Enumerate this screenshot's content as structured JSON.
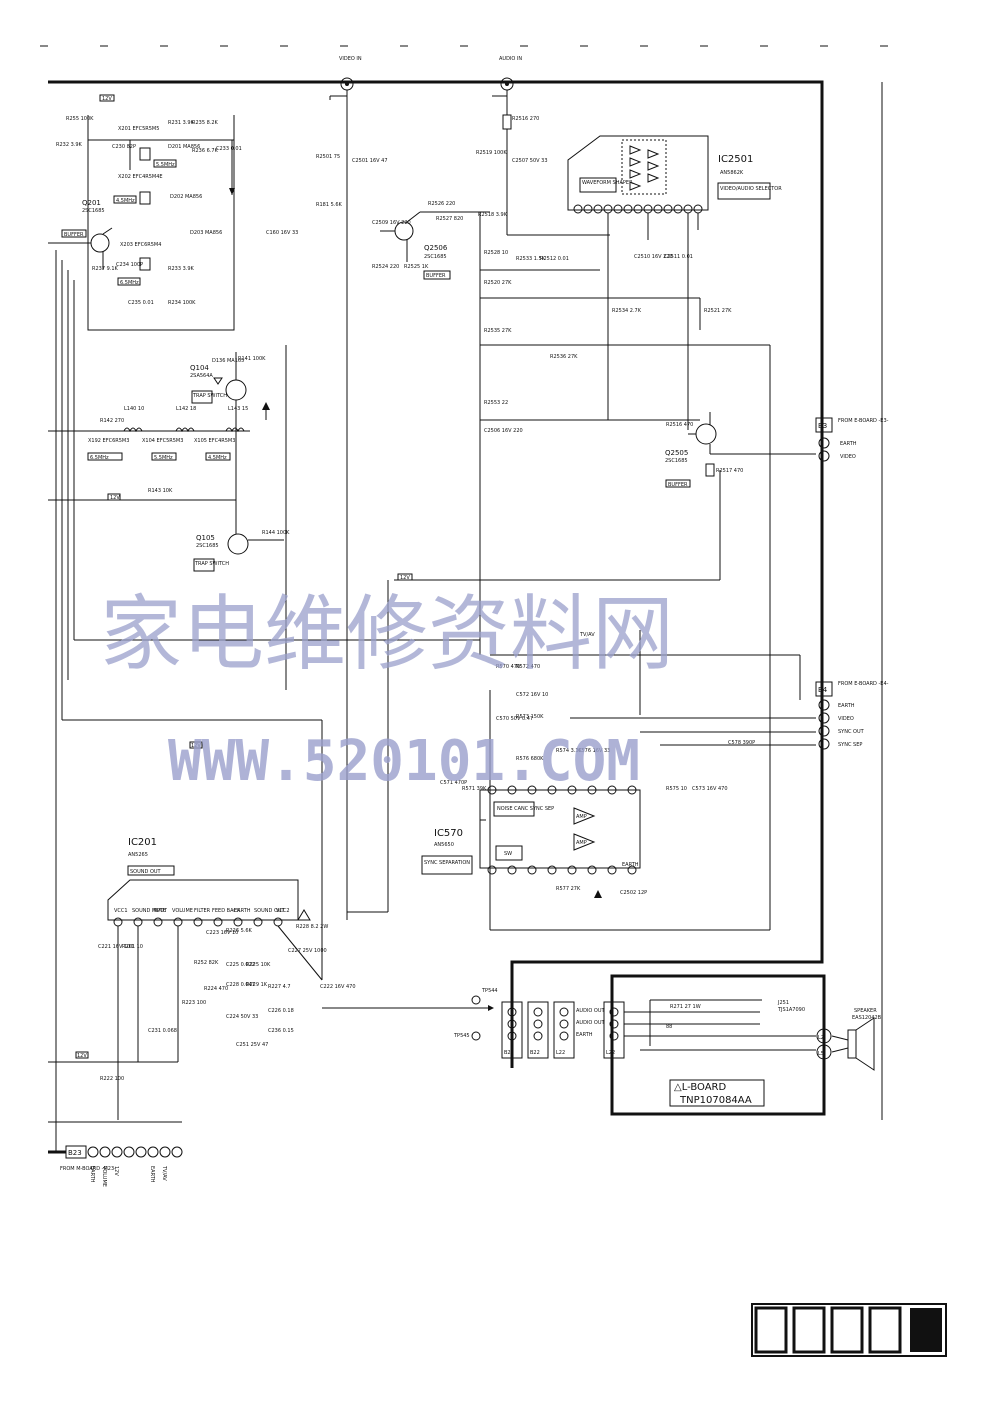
{
  "labels": {
    "video_in": "VIDEO IN",
    "audio_in": "AUDIO IN",
    "ic2501": "IC2501",
    "ic2501_part": "AN5862K",
    "ic2501_desc": "VIDEO/AUDIO SELECTOR",
    "waveform_shaper": "WAVEFORM SHAPER",
    "q2506": "Q2506",
    "q2506_part": "2SC1685",
    "q2505": "Q2505",
    "q2505_part": "2SC1685",
    "q201": "Q201",
    "q201_part": "2SC1685",
    "q104": "Q104",
    "q104_part": "2SA564A",
    "q105": "Q105",
    "q105_part": "2SC1685",
    "buffer": "BUFFER",
    "trap_switch": "TRAP SWITCH",
    "ic570": "IC570",
    "ic570_part": "AN5650",
    "sync_separation": "SYNC SEPARATION",
    "noise_canc": "NOISE CANC SYNC SEP",
    "amp": "AMP",
    "sw": "SW",
    "earth": "EARTH",
    "ic201": "IC201",
    "ic201_part": "AN5265",
    "sound_out": "SOUND OUT",
    "b3": "B3",
    "b3_from": "FROM E-BOARD -E3-",
    "b4": "B4",
    "b4_from": "FROM E-BOARD -E4-",
    "b23": "B23",
    "b23_from": "FROM M-BOARD -M23-",
    "b22": "B22",
    "l22": "L22",
    "l2": "L2",
    "l5": "L5",
    "audio_out": "AUDIO OUT",
    "video": "VIDEO",
    "sync_out": "SYNC OUT",
    "sync_sep": "SYNC SEP",
    "tvav": "TV/AV",
    "speaker": "SPEAKER",
    "speaker_part": "EAS12042B",
    "j251": "J251",
    "j251_part": "TJS1A7090",
    "lboard": "△L-BOARD",
    "lboard_part": "TNP107084AA",
    "v12": "12V",
    "tp544": "TP544",
    "tp545": "TP545",
    "mhz45": "4.5MHz",
    "mhz55": "5.5MHz",
    "mhz65": "6.5MHz",
    "volume": "VOLUME",
    "mute": "MUTE",
    "filter": "FILTER",
    "feed_back": "FEED BACK",
    "sound_input": "SOUND INPUT",
    "vcc1": "VCC1",
    "vcc2": "VCC2"
  },
  "components": {
    "r2501": "R2501 75",
    "c2501": "C2501 16V 47",
    "r2516": "R2516 270",
    "r2519": "R2519 100K",
    "c2507": "C2507 50V 33",
    "r2526": "R2526 220",
    "r2527": "R2527 820",
    "r2518": "R2518 3.9K",
    "c2509": "C2509 16V 220",
    "r2524": "R2524 220",
    "r2525": "R2525 1K",
    "r2528": "R2528 10",
    "r2533": "R2533 1.5K",
    "r2512": "R2512 0.01",
    "c2510": "C2510 16V 220",
    "c2511": "C2511 0.01",
    "r2520": "R2520 27K",
    "r2534": "R2534 2.7K",
    "r2521": "R2521 27K",
    "r2535": "R2535 27K",
    "r2536": "R2536 27K",
    "r2553": "R2553 22",
    "c2506": "C2506 16V 220",
    "r2516b": "R2516 470",
    "r2517": "R2517 470",
    "r181": "R181 5.6K",
    "c160": "C160 16V 33",
    "r255": "R255 100K",
    "r232": "R232 3.9K",
    "c230": "C230 82P",
    "r231": "R231 3.9K",
    "r235": "R235 8.2K",
    "r236": "R236 6.7K",
    "c233": "C233 0.01",
    "d201": "D201 MA856",
    "d202": "D202 MA856",
    "d203": "D203 MA856",
    "x201": "X201 EFC5R5M5",
    "x202": "X202 EFC4R5M4E",
    "x203": "X203 EFC6R5M4",
    "r237": "R237 9.1K",
    "c234": "C234 100P",
    "r233": "R233 3.9K",
    "c235": "C235 0.01",
    "r234": "R234 100K",
    "r141": "R141 100K",
    "d136": "D136 MA165",
    "r142": "R142 270",
    "l140": "L140 10",
    "l142": "L142 18",
    "l143": "L143 15",
    "x192": "X192 EFC6R5M3",
    "x104": "X104 EFC5R5M3",
    "x105": "X105 EFC4R5M3",
    "r143": "R143 10K",
    "r144": "R144 100K",
    "r570": "R570 470",
    "r572": "R572 470",
    "c572": "C572 16V 10",
    "c570": "C570 50V 0.47",
    "r573": "R573 150K",
    "r574": "R574 3.3K",
    "c576": "C576 16V 33",
    "r576": "R576 680K",
    "c571": "C571 470P",
    "r571": "R571 39K",
    "r575": "R575 10",
    "c573": "C573 16V 470",
    "c578": "C578 390P",
    "r577": "R577 27K",
    "c2502": "C2502 12P",
    "c221": "C221 16V 100",
    "r201": "R201 10",
    "c223": "C223 16V 10",
    "r226": "R226 5.6K",
    "c225": "C225 0.022",
    "r225": "R225 10K",
    "c227": "C227 25V 1000",
    "r228": "R228 8.2 2W",
    "r252": "R252 82K",
    "c222": "C222 16V 470",
    "r224": "R224 470",
    "c228": "C228 0.047",
    "r229": "R229 1K",
    "r227": "R227 4.7",
    "r223": "R223 100",
    "c231": "C231 0.068",
    "c224": "C224 50V 33",
    "c226": "C226 0.18",
    "c236": "C236 0.15",
    "c251": "C251 25V 47",
    "r222": "R222 100",
    "r271": "R271 27 1W",
    "r88": "88"
  },
  "b3_pins": [
    "EARTH",
    "VIDEO"
  ],
  "b4_pins": [
    "EARTH",
    "VIDEO",
    "SYNC OUT",
    "SYNC SEP"
  ],
  "b23_pins": [
    "EARTH",
    "VOLUME",
    "12V",
    "",
    "",
    "EARTH",
    "TV/AV"
  ],
  "watermark": {
    "chinese": "家电维修资料网",
    "url": "WWW.520101.COM"
  }
}
